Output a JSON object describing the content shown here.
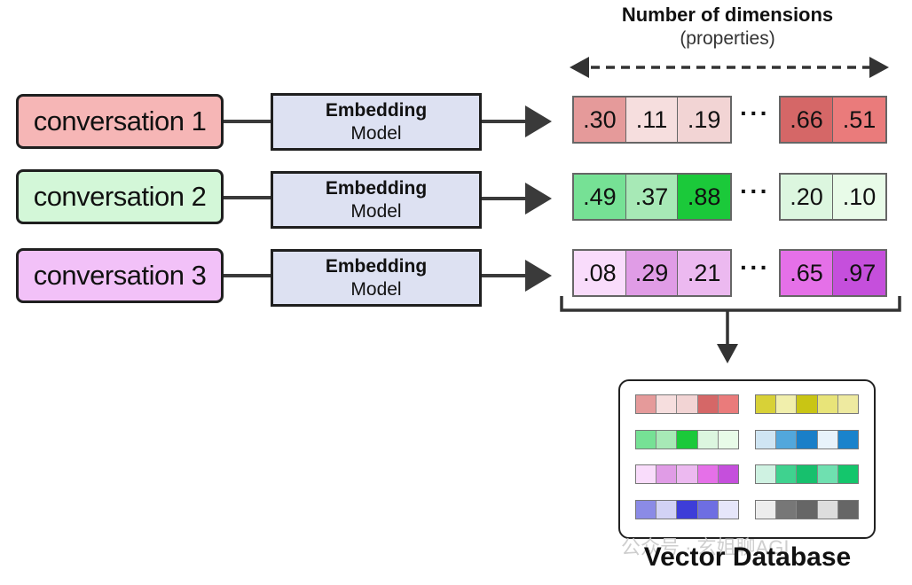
{
  "header": {
    "title": "Number of dimensions",
    "subtitle": "(properties)"
  },
  "rows": [
    {
      "label": "conversation 1",
      "color": "#f6b6b6",
      "model_line1": "Embedding",
      "model_line2": "Model",
      "cells": [
        {
          "value": ".30",
          "color": "#e59a9a"
        },
        {
          "value": ".11",
          "color": "#f6dede"
        },
        {
          "value": ".19",
          "color": "#f2d4d4"
        },
        {
          "value": ".66",
          "color": "#d56767"
        },
        {
          "value": ".51",
          "color": "#ea7b7b"
        }
      ]
    },
    {
      "label": "conversation 2",
      "color": "#d3f7d8",
      "model_line1": "Embedding",
      "model_line2": "Model",
      "cells": [
        {
          "value": ".49",
          "color": "#76e195"
        },
        {
          "value": ".37",
          "color": "#a7e9b6"
        },
        {
          "value": ".88",
          "color": "#1bc93a"
        },
        {
          "value": ".20",
          "color": "#dcf6df"
        },
        {
          "value": ".10",
          "color": "#e8fbe8"
        }
      ]
    },
    {
      "label": "conversation 3",
      "color": "#f2c1f8",
      "model_line1": "Embedding",
      "model_line2": "Model",
      "cells": [
        {
          "value": ".08",
          "color": "#f9dcfb"
        },
        {
          "value": ".29",
          "color": "#e09ce6"
        },
        {
          "value": ".21",
          "color": "#ecb9f0"
        },
        {
          "value": ".65",
          "color": "#e570e8"
        },
        {
          "value": ".97",
          "color": "#c54fdc"
        }
      ]
    }
  ],
  "ellipsis": "···",
  "database": {
    "title": "Vector Database",
    "vectors": [
      [
        "#e59a9a",
        "#f6dede",
        "#f2d4d4",
        "#d56767",
        "#ea7b7b"
      ],
      [
        "#d8d137",
        "#f1efac",
        "#c9c514",
        "#e8e479",
        "#eeeaa0"
      ],
      [
        "#76e195",
        "#a7e9b6",
        "#1bc93a",
        "#dcf6df",
        "#e8fbe8"
      ],
      [
        "#cfe5f3",
        "#52a7dc",
        "#1a7fc8",
        "#e8f3fb",
        "#1a83cc"
      ],
      [
        "#f9dcfb",
        "#e09ce6",
        "#ecb9f0",
        "#e570e8",
        "#c54fdc"
      ],
      [
        "#cff2e2",
        "#3fd28f",
        "#17c06d",
        "#6fe0b0",
        "#14c66c"
      ],
      [
        "#8b8be6",
        "#d2d2f5",
        "#3d3dd8",
        "#6e6ee2",
        "#e6e6fa"
      ],
      [
        "#ededed",
        "#777777",
        "#666666",
        "#dddddd",
        "#666666"
      ]
    ]
  },
  "watermark": "公众号 · 玄姐聊AGI"
}
